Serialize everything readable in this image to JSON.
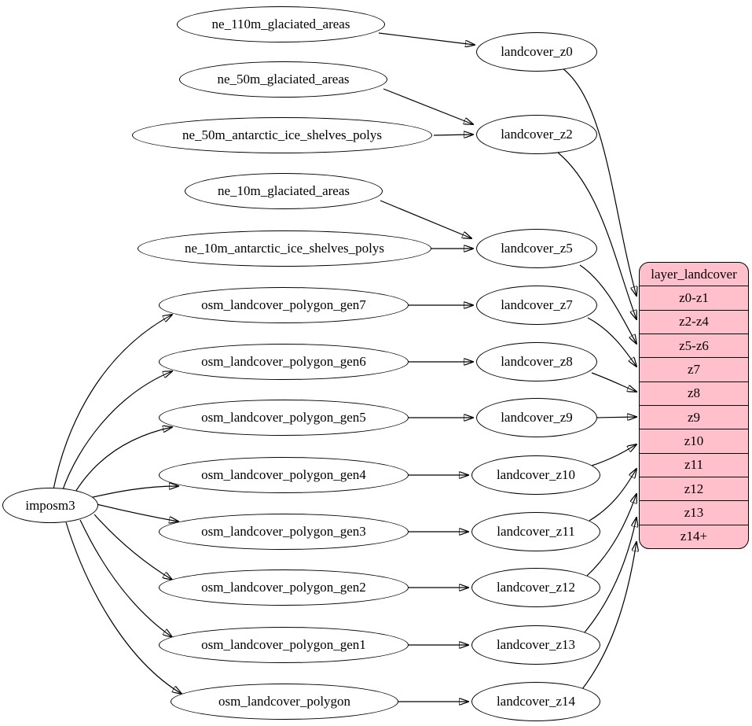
{
  "colors": {
    "background": "#ffffff",
    "node_fill": "#ffffff",
    "node_stroke": "#000000",
    "edge_color": "#000000",
    "table_fill": "#ffc0cb",
    "table_stroke": "#000000",
    "text_color": "#000000"
  },
  "root": {
    "label": "imposm3"
  },
  "sources": [
    {
      "label": "ne_110m_glaciated_areas"
    },
    {
      "label": "ne_50m_glaciated_areas"
    },
    {
      "label": "ne_50m_antarctic_ice_shelves_polys"
    },
    {
      "label": "ne_10m_glaciated_areas"
    },
    {
      "label": "ne_10m_antarctic_ice_shelves_polys"
    },
    {
      "label": "osm_landcover_polygon_gen7"
    },
    {
      "label": "osm_landcover_polygon_gen6"
    },
    {
      "label": "osm_landcover_polygon_gen5"
    },
    {
      "label": "osm_landcover_polygon_gen4"
    },
    {
      "label": "osm_landcover_polygon_gen3"
    },
    {
      "label": "osm_landcover_polygon_gen2"
    },
    {
      "label": "osm_landcover_polygon_gen1"
    },
    {
      "label": "osm_landcover_polygon"
    }
  ],
  "stages": [
    {
      "label": "landcover_z0"
    },
    {
      "label": "landcover_z2"
    },
    {
      "label": "landcover_z5"
    },
    {
      "label": "landcover_z7"
    },
    {
      "label": "landcover_z8"
    },
    {
      "label": "landcover_z9"
    },
    {
      "label": "landcover_z10"
    },
    {
      "label": "landcover_z11"
    },
    {
      "label": "landcover_z12"
    },
    {
      "label": "landcover_z13"
    },
    {
      "label": "landcover_z14"
    }
  ],
  "table": {
    "title": "layer_landcover",
    "rows": [
      "z0-z1",
      "z2-z4",
      "z5-z6",
      "z7",
      "z8",
      "z9",
      "z10",
      "z11",
      "z12",
      "z13",
      "z14+"
    ]
  },
  "edges": [
    {
      "from": "ne_110m_glaciated_areas",
      "to": "landcover_z0"
    },
    {
      "from": "ne_50m_glaciated_areas",
      "to": "landcover_z2"
    },
    {
      "from": "ne_50m_antarctic_ice_shelves_polys",
      "to": "landcover_z2"
    },
    {
      "from": "ne_10m_glaciated_areas",
      "to": "landcover_z5"
    },
    {
      "from": "ne_10m_antarctic_ice_shelves_polys",
      "to": "landcover_z5"
    },
    {
      "from": "imposm3",
      "to": "osm_landcover_polygon_gen7"
    },
    {
      "from": "imposm3",
      "to": "osm_landcover_polygon_gen6"
    },
    {
      "from": "imposm3",
      "to": "osm_landcover_polygon_gen5"
    },
    {
      "from": "imposm3",
      "to": "osm_landcover_polygon_gen4"
    },
    {
      "from": "imposm3",
      "to": "osm_landcover_polygon_gen3"
    },
    {
      "from": "imposm3",
      "to": "osm_landcover_polygon_gen2"
    },
    {
      "from": "imposm3",
      "to": "osm_landcover_polygon_gen1"
    },
    {
      "from": "imposm3",
      "to": "osm_landcover_polygon"
    },
    {
      "from": "osm_landcover_polygon_gen7",
      "to": "landcover_z7"
    },
    {
      "from": "osm_landcover_polygon_gen6",
      "to": "landcover_z8"
    },
    {
      "from": "osm_landcover_polygon_gen5",
      "to": "landcover_z9"
    },
    {
      "from": "osm_landcover_polygon_gen4",
      "to": "landcover_z10"
    },
    {
      "from": "osm_landcover_polygon_gen3",
      "to": "landcover_z11"
    },
    {
      "from": "osm_landcover_polygon_gen2",
      "to": "landcover_z12"
    },
    {
      "from": "osm_landcover_polygon_gen1",
      "to": "landcover_z13"
    },
    {
      "from": "osm_landcover_polygon",
      "to": "landcover_z14"
    },
    {
      "from": "landcover_z0",
      "to": "layer_landcover.z0-z1"
    },
    {
      "from": "landcover_z2",
      "to": "layer_landcover.z2-z4"
    },
    {
      "from": "landcover_z5",
      "to": "layer_landcover.z5-z6"
    },
    {
      "from": "landcover_z7",
      "to": "layer_landcover.z7"
    },
    {
      "from": "landcover_z8",
      "to": "layer_landcover.z8"
    },
    {
      "from": "landcover_z9",
      "to": "layer_landcover.z9"
    },
    {
      "from": "landcover_z10",
      "to": "layer_landcover.z10"
    },
    {
      "from": "landcover_z11",
      "to": "layer_landcover.z11"
    },
    {
      "from": "landcover_z12",
      "to": "layer_landcover.z12"
    },
    {
      "from": "landcover_z13",
      "to": "layer_landcover.z13"
    },
    {
      "from": "landcover_z14",
      "to": "layer_landcover.z14+"
    }
  ]
}
